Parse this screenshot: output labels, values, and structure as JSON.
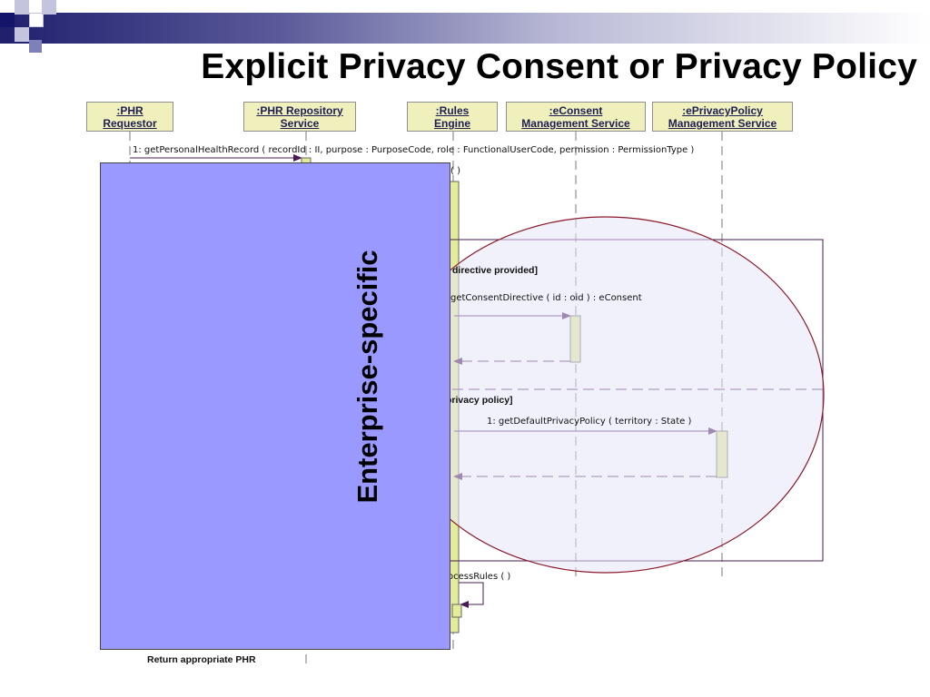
{
  "slide": {
    "title": "Explicit Privacy Consent or Privacy Policy"
  },
  "lifelines": [
    {
      "line1": ":PHR",
      "line2": "Requestor"
    },
    {
      "line1": ":PHR Repository",
      "line2": "Service"
    },
    {
      "line1": ":Rules",
      "line2": "Engine"
    },
    {
      "line1": ":eConsent",
      "line2": "Management Service"
    },
    {
      "line1": ":ePrivacyPolicy",
      "line2": "Management Service"
    }
  ],
  "messages": {
    "m1": "1: getPersonalHealthRecord ( recordId : II, purpose : PurposeCode, role : FunctionalUserCode, permission : PermissionType )",
    "m2": "( )",
    "guard1": "directive provided]",
    "m3": "getConsentDirective ( id : oid ) : eConsent",
    "guard2": "privacy policy]",
    "m4": "1: getDefaultPrivacyPolicy ( territory : State )",
    "m5": "ocessRules ( )",
    "m6": "Return appropriate PHR"
  },
  "overlay": {
    "label": "Enterprise-specific"
  },
  "colors": {
    "overlay": "#9999ff",
    "lifeline_box": "#f0f0bc",
    "activation": "#e4ec9c",
    "ellipse_stroke": "#8b1a2a",
    "ellipse_fill": "#e6e6fa",
    "arrow": "#4a1a55"
  }
}
